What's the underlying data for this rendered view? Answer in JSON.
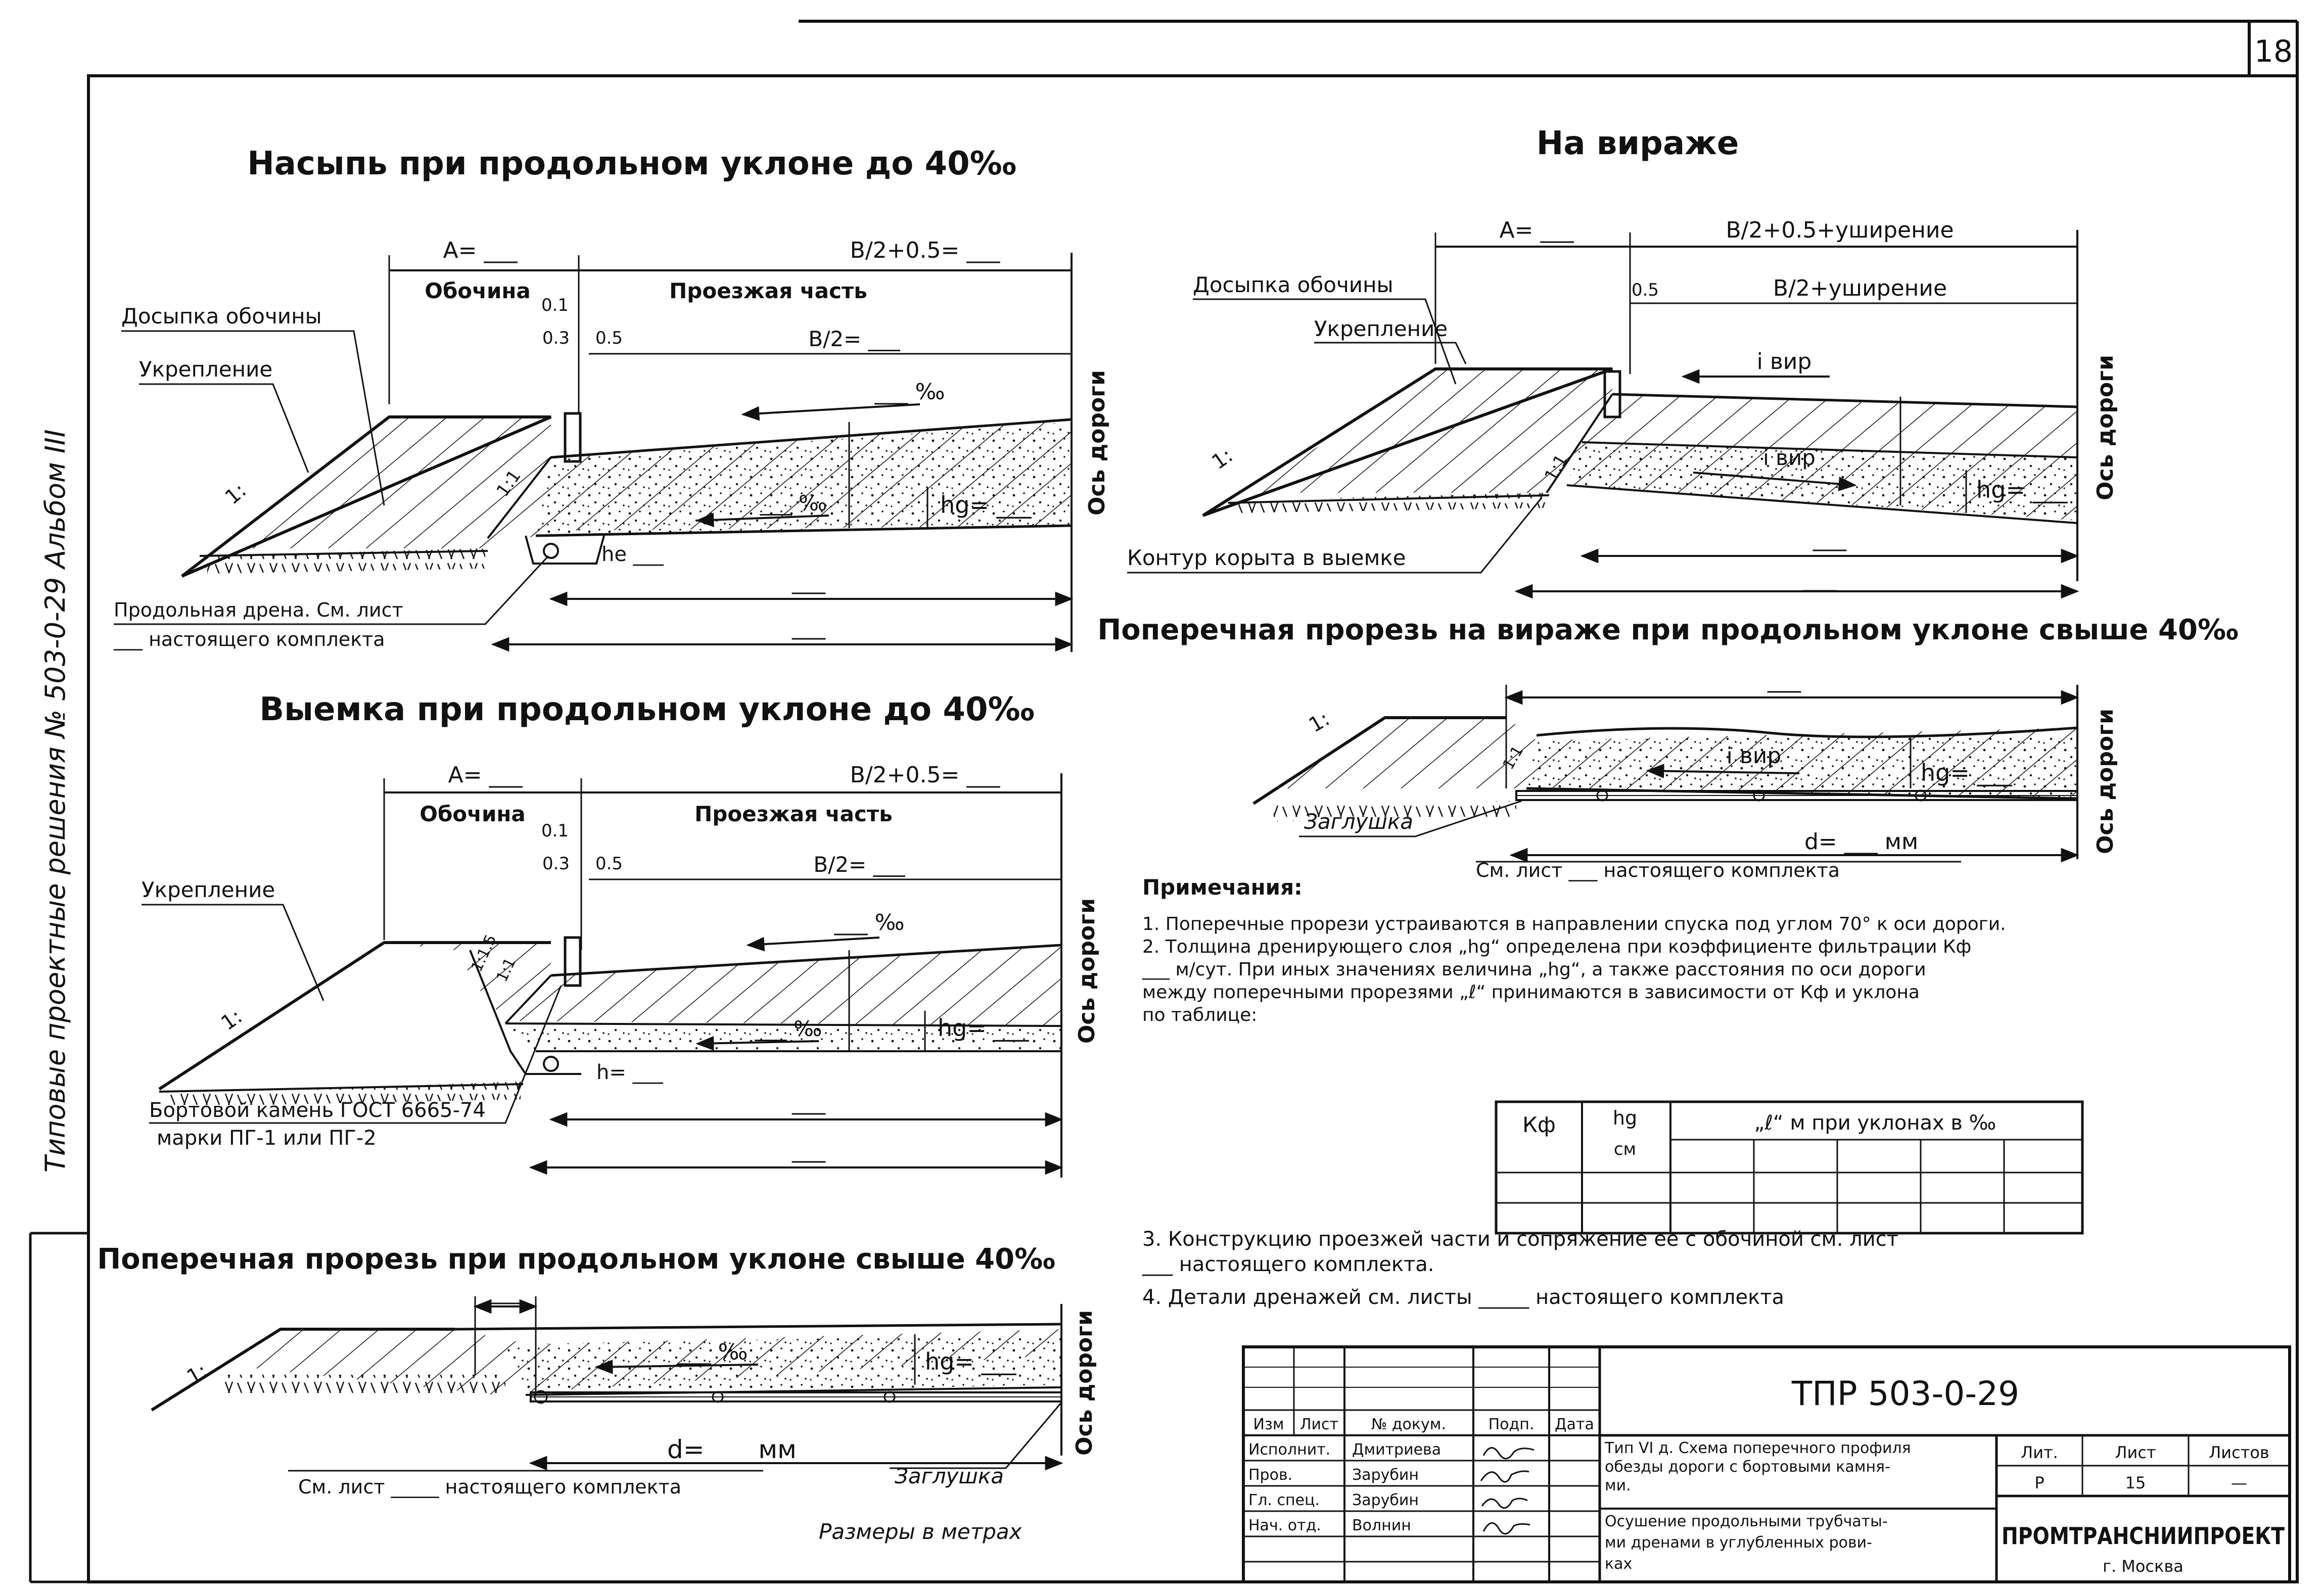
{
  "sheet": {
    "page_number": "18",
    "album_side_label": "Типовые проектные решения № 503-0-29      Альбом III",
    "footer_note": "Размеры в метрах"
  },
  "s1": {
    "title": "Насыпь при продольном уклоне до 40‰",
    "A": "A= ___",
    "B2plus": "B/2+0.5= ___",
    "shoulder": "Обочина",
    "carriage": "Проезжая часть",
    "d01": "0.1",
    "d03": "0.3",
    "d05": "0.5",
    "B2": "B/2= ___",
    "slope_top": "___ ‰",
    "slope_base": "___ ‰",
    "hd": "hg= ___",
    "he": "he ___",
    "ratio11": "1:1",
    "ratio_m": "1:",
    "axis": "Ось дороги",
    "lbl_dosypka": "Досыпка обочины",
    "lbl_ukreplenie": "Укрепление",
    "lbl_drena1": "Продольная дрена. См. лист",
    "lbl_drena2": "___ настоящего комплекта",
    "dim_dash": "___"
  },
  "s2": {
    "title": "На вираже",
    "A": "A= ___",
    "B2plus": "B/2+0.5+уширение",
    "d05": "0.5",
    "B2": "B/2+уширение",
    "ivir_top": "i вир",
    "ivir_base": "i вир",
    "hd": "hg= ___",
    "ratio11": "1:1",
    "ratio_m": "1:",
    "axis": "Ось дороги",
    "lbl_dosypka": "Досыпка обочины",
    "lbl_ukreplenie": "Укрепление",
    "lbl_kontur": "Контур корыта в выемке",
    "dim_dash": "___"
  },
  "s3": {
    "title": "Выемка при продольном уклоне до 40‰",
    "A": "A= ___",
    "B2plus": "B/2+0.5= ___",
    "shoulder": "Обочина",
    "carriage": "Проезжая часть",
    "d01": "0.1",
    "d03": "0.3",
    "d05": "0.5",
    "B2": "B/2= ___",
    "slope_top": "___ ‰",
    "slope_base": "___ ‰",
    "hd": "hg= ___",
    "he": "h= ___",
    "ratio11": "1:1",
    "ratio15": "1:1.5",
    "ratio_m": "1:",
    "axis": "Ось дороги",
    "lbl_ukreplenie": "Укрепление",
    "lbl_bort1": "Бортовой камень ГОСТ 6665-74",
    "lbl_bort2": "марки ПГ-1 или ПГ-2",
    "dim_dash": "___"
  },
  "s4": {
    "title": "Поперечная прорезь на вираже при продольном уклоне свыше 40‰",
    "ivir": "i вир",
    "hd": "hg= ___",
    "d": "d= ___ мм",
    "ratio11": "1:1",
    "ratio_m": "1:",
    "axis": "Ось дороги",
    "lbl_zaglushka": "Заглушка",
    "lbl_list": "См. лист ___ настоящего комплекта",
    "dim_dash": "___"
  },
  "s5": {
    "title": "Поперечная прорезь при продольном уклоне свыше 40‰",
    "slope": "___ ‰",
    "hd": "hg= ___",
    "d": "d= ___ мм",
    "ratio_m": "1:",
    "axis": "Ось дороги",
    "lbl_zaglushka": "Заглушка",
    "lbl_list": "См. лист _____ настоящего комплекта",
    "dim_dash": "___"
  },
  "notes": {
    "heading": "Примечания:",
    "n1": "1. Поперечные прорези устраиваются в направлении спуска под углом 70° к оси дороги.",
    "n2a": "2. Толщина дренирующего слоя „hg“ определена при коэффициенте фильтрации Кф",
    "n2b": "___ м/сут. При иных значениях величина „hg“, а также расстояния по оси дороги",
    "n2c": "между поперечными прорезями „ℓ“ принимаются в зависимости от Кф и уклона",
    "n2d": "по таблице:",
    "n3a": "3. Конструкцию проезжей части и сопряжение ее с обочиной см. лист",
    "n3b": "___ настоящего комплекта.",
    "n4": "4. Детали дренажей см. листы _____ настоящего комплекта"
  },
  "ktable": {
    "h_kf": "Кф",
    "h_hg": "hg",
    "h_hg_unit": "см",
    "h_l": "„ℓ“ м при уклонах  в ‰"
  },
  "stamp": {
    "code": "ТПР 503-0-29",
    "h_izm": "Изм",
    "h_list": "Лист",
    "h_ndoc": "№ докум.",
    "h_podp": "Подп.",
    "h_data": "Дата",
    "r1_role": "Исполнит.",
    "r1_name": "Дмитриева",
    "r2_role": "Пров.",
    "r2_name": "Зарубин",
    "r3_role": "Гл. спец.",
    "r3_name": "Зарубин",
    "r4_role": "Нач. отд.",
    "r4_name": "Волнин",
    "desc1": "Тип VI д. Схема поперечного профиля",
    "desc2": "обезды дороги с бортовыми камня-",
    "desc3": "ми.",
    "desc4": "Осушение продольными трубчаты-",
    "desc5": "ми дренами в углубленных рови-",
    "desc6": "ках",
    "h_lit": "Лит.",
    "h_sheet": "Лист",
    "h_sheets": "Листов",
    "lit": "Р",
    "sheet": "15",
    "sheets": "—",
    "org": "ПРОМТРАНСНИИПРОЕКТ",
    "city": "г. Москва"
  }
}
